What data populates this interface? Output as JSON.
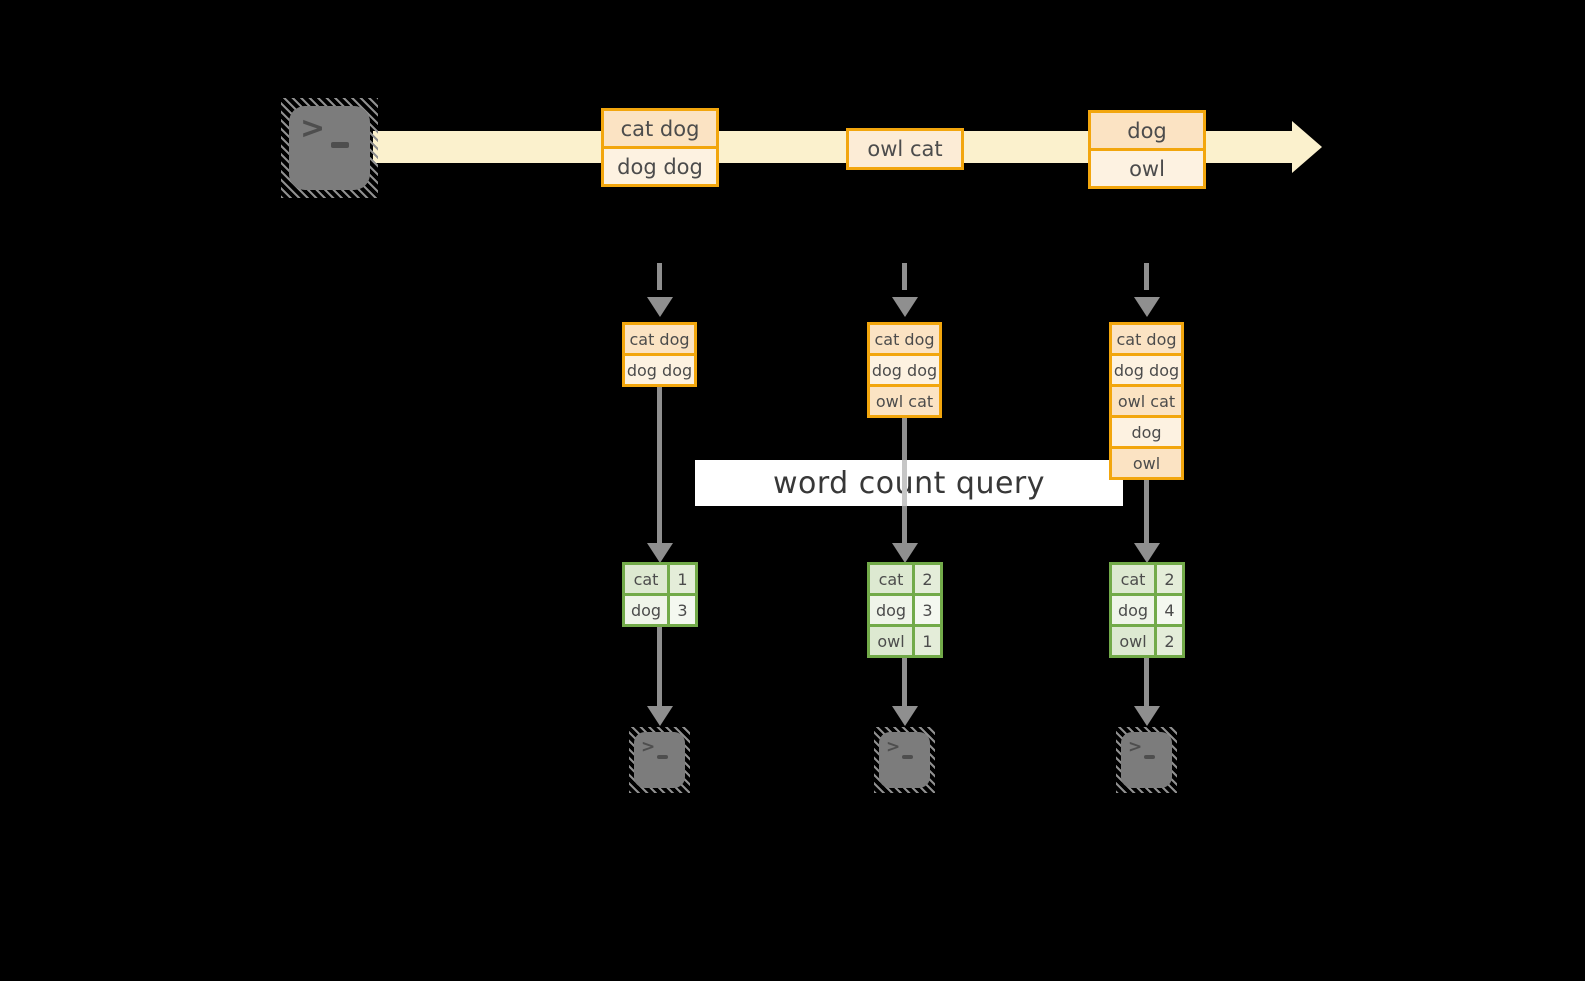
{
  "banner": {
    "label": "word count query"
  },
  "stream": {
    "events": [
      {
        "lines": [
          "cat dog",
          "dog dog"
        ]
      },
      {
        "lines": [
          "owl cat"
        ]
      },
      {
        "lines": [
          "dog",
          "owl"
        ]
      }
    ]
  },
  "columns": [
    {
      "buffer": [
        "cat dog",
        "dog dog"
      ],
      "counts": [
        {
          "word": "cat",
          "count": "1"
        },
        {
          "word": "dog",
          "count": "3"
        }
      ]
    },
    {
      "buffer": [
        "cat dog",
        "dog dog",
        "owl cat"
      ],
      "counts": [
        {
          "word": "cat",
          "count": "2"
        },
        {
          "word": "dog",
          "count": "3"
        },
        {
          "word": "owl",
          "count": "1"
        }
      ]
    },
    {
      "buffer": [
        "cat dog",
        "dog dog",
        "owl cat",
        "dog",
        "owl"
      ],
      "counts": [
        {
          "word": "cat",
          "count": "2"
        },
        {
          "word": "dog",
          "count": "4"
        },
        {
          "word": "owl",
          "count": "2"
        }
      ]
    }
  ],
  "colors": {
    "background": "#000000",
    "stream_arrow": "#fbf1cd",
    "box_border": "#f2a60d",
    "box_fill_peach": "#fbe3c3",
    "box_fill_cream": "#fdf2e1",
    "table_border": "#72aa49",
    "table_fill_green": "#dde9d1",
    "table_fill_light": "#eff4e9",
    "arrow_gray": "#8f8f8f",
    "terminal_gray": "#7c7c7c",
    "banner_bg": "#ffffff",
    "text": "#4c4c4c"
  }
}
